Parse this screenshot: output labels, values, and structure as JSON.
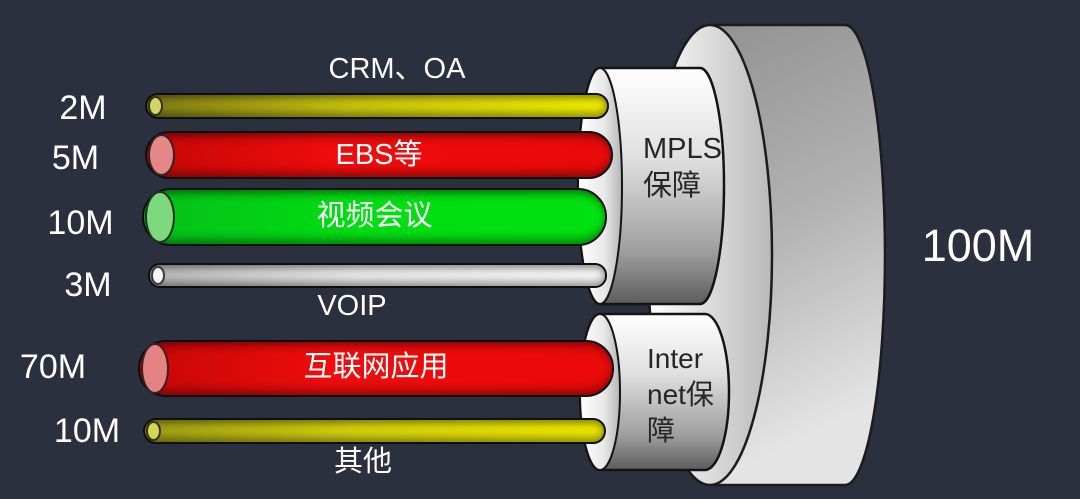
{
  "diagram": {
    "background_color": "#2a303d",
    "total": {
      "bandwidth": "100M"
    },
    "channels": [
      {
        "name": "MPLS保障",
        "lines": [
          "MPLS",
          "保障"
        ],
        "color": "#d9d9d9"
      },
      {
        "name": "Internet保障",
        "lines": [
          "Inter",
          "net保",
          "障"
        ],
        "color": "#d9d9d9"
      }
    ],
    "pipes": [
      {
        "service": "CRM、OA",
        "bandwidth": "2M",
        "color": "#f7f301",
        "channel": "MPLS保障"
      },
      {
        "service": "EBS等",
        "bandwidth": "5M",
        "color": "#e90a0a",
        "channel": "MPLS保障"
      },
      {
        "service": "视频会议",
        "bandwidth": "10M",
        "color": "#00e111",
        "channel": "MPLS保障"
      },
      {
        "service": "VOIP",
        "bandwidth": "3M",
        "color": "#ffffff",
        "channel": "MPLS保障"
      },
      {
        "service": "互联网应用",
        "bandwidth": "70M",
        "color": "#e90a0a",
        "channel": "Internet保障"
      },
      {
        "service": "其他",
        "bandwidth": "10M",
        "color": "#f3ef02",
        "channel": "Internet保障"
      }
    ]
  }
}
